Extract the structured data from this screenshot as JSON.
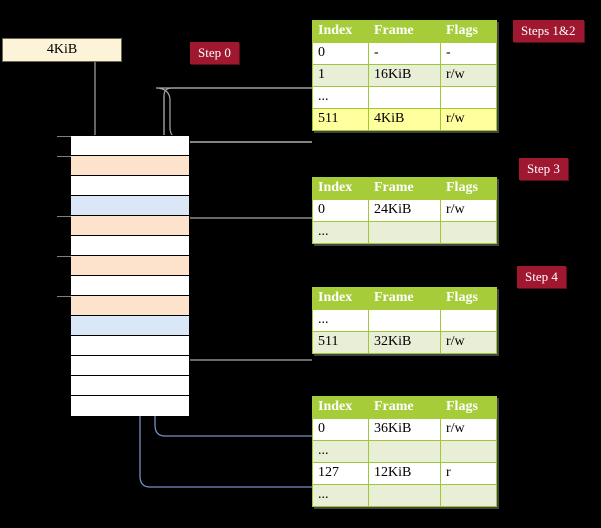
{
  "diagram": {
    "title_kind": "four-level-page-table-walk",
    "virtual_address_box": {
      "label": "4KiB"
    },
    "colors": {
      "badge_bg": "#a01830",
      "badge_fg": "#ffffff",
      "table_header_bg": "#a6cc39",
      "table_alt_row_bg": "#e9eed6",
      "highlight_bg": "#ffff9e",
      "mem_orange": "#fde2cc",
      "mem_blue": "#d9e7f7",
      "wire_gray": "#9e9e9e",
      "wire_blue": "#7292c0",
      "vaddr_box_bg": "#fdf3d8"
    },
    "badges": [
      {
        "name": "steps-1-2",
        "label": "Steps 1&2"
      },
      {
        "name": "step-0",
        "label": "Step 0"
      },
      {
        "name": "step-3",
        "label": "Step 3"
      },
      {
        "name": "step-4",
        "label": "Step 4"
      }
    ],
    "memory_column": {
      "name": "physical-memory",
      "rows": [
        {
          "fill": "white",
          "tick": true
        },
        {
          "fill": "orange",
          "tick": true
        },
        {
          "fill": "white",
          "tick": false
        },
        {
          "fill": "blue",
          "tick": false
        },
        {
          "fill": "orange",
          "tick": true
        },
        {
          "fill": "white",
          "tick": false
        },
        {
          "fill": "orange",
          "tick": true
        },
        {
          "fill": "white",
          "tick": false
        },
        {
          "fill": "orange",
          "tick": true
        },
        {
          "fill": "blue",
          "tick": false
        },
        {
          "fill": "white",
          "tick": false
        },
        {
          "fill": "white",
          "tick": false
        },
        {
          "fill": "white",
          "tick": false
        },
        {
          "fill": "white",
          "tick": false
        }
      ]
    },
    "tables": [
      {
        "name": "page-table-level-0",
        "headers": [
          "Index",
          "Frame",
          "Flags"
        ],
        "rows": [
          {
            "cells": [
              "0",
              "-",
              "-"
            ],
            "alt": false,
            "highlight": false
          },
          {
            "cells": [
              "1",
              "16KiB",
              "r/w"
            ],
            "alt": true,
            "highlight": false
          },
          {
            "cells": [
              "...",
              "",
              ""
            ],
            "alt": false,
            "highlight": false
          },
          {
            "cells": [
              "511",
              "4KiB",
              "r/w"
            ],
            "alt": true,
            "highlight": true
          }
        ]
      },
      {
        "name": "page-table-level-1",
        "headers": [
          "Index",
          "Frame",
          "Flags"
        ],
        "rows": [
          {
            "cells": [
              "0",
              "24KiB",
              "r/w"
            ],
            "alt": false,
            "highlight": false
          },
          {
            "cells": [
              "...",
              "",
              ""
            ],
            "alt": true,
            "highlight": false
          }
        ]
      },
      {
        "name": "page-table-level-2",
        "headers": [
          "Index",
          "Frame",
          "Flags"
        ],
        "rows": [
          {
            "cells": [
              "...",
              "",
              ""
            ],
            "alt": false,
            "highlight": false
          },
          {
            "cells": [
              "511",
              "32KiB",
              "r/w"
            ],
            "alt": true,
            "highlight": false
          }
        ]
      },
      {
        "name": "page-table-level-3",
        "headers": [
          "Index",
          "Frame",
          "Flags"
        ],
        "rows": [
          {
            "cells": [
              "0",
              "36KiB",
              "r/w"
            ],
            "alt": false,
            "highlight": false
          },
          {
            "cells": [
              "...",
              "",
              ""
            ],
            "alt": true,
            "highlight": false
          },
          {
            "cells": [
              "127",
              "12KiB",
              "r"
            ],
            "alt": false,
            "highlight": false
          },
          {
            "cells": [
              "...",
              "",
              ""
            ],
            "alt": true,
            "highlight": false
          }
        ]
      }
    ]
  }
}
